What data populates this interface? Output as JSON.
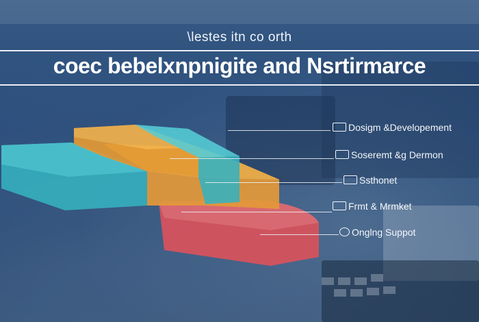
{
  "header": {
    "subtitle": "\\lestes itn co orth",
    "title": "coec bebelxnpnigite and Nsrtirmarce"
  },
  "stages": [
    {
      "label": "Dosigm &Developement",
      "icon": "monitor-icon",
      "color": "#e8a33a"
    },
    {
      "label": "Soseremt &g  Dermon",
      "icon": "device-icon",
      "color": "#3bb8c4"
    },
    {
      "label": "Ssthonet",
      "icon": "device-icon",
      "color": "#e8a33a"
    },
    {
      "label": "Frmt & Mrmket",
      "icon": "laptop-icon",
      "color": "#e0565e"
    },
    {
      "label": "Onglng Suppot",
      "icon": "support-icon",
      "color": "#e0565e"
    }
  ],
  "colors": {
    "teal": "#3bb8c4",
    "orange": "#e8a33a",
    "red": "#e0565e",
    "background": "#2c5284"
  }
}
